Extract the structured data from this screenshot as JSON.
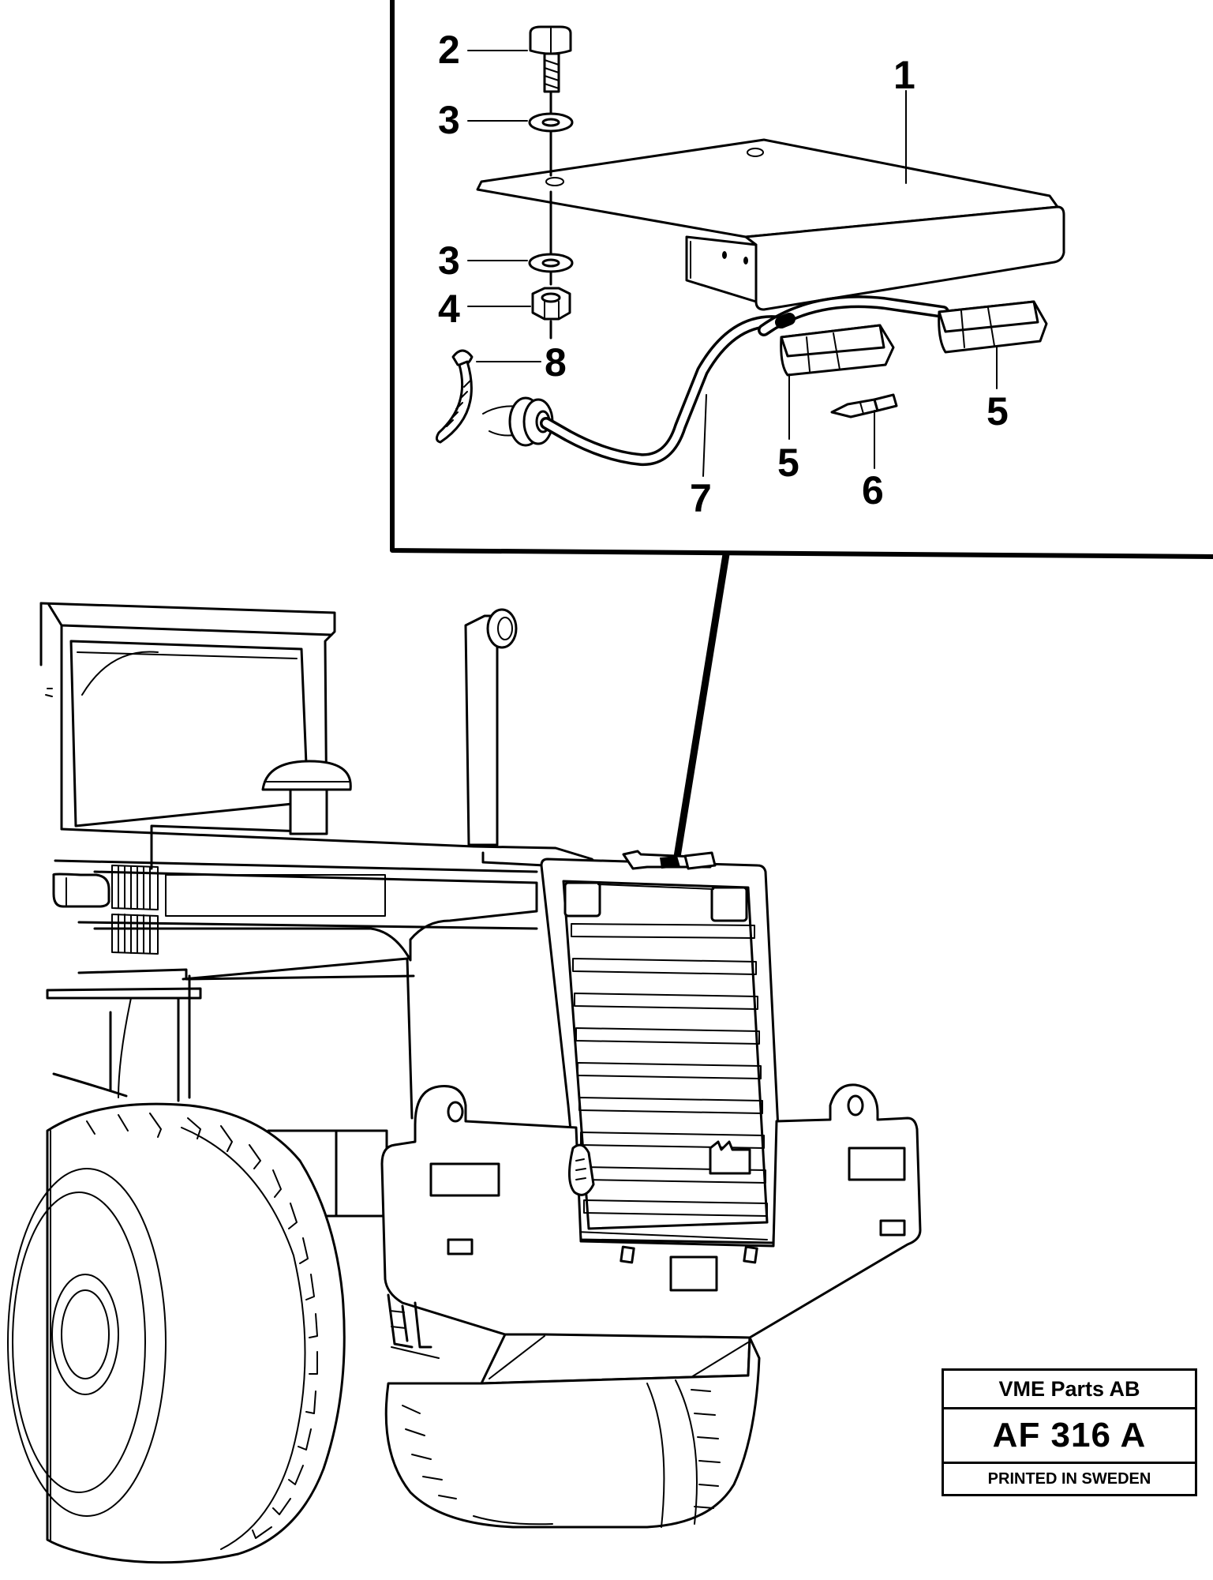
{
  "callouts": [
    {
      "id": "1",
      "label": "1"
    },
    {
      "id": "2",
      "label": "2"
    },
    {
      "id": "3a",
      "label": "3"
    },
    {
      "id": "3b",
      "label": "3"
    },
    {
      "id": "4",
      "label": "4"
    },
    {
      "id": "5a",
      "label": "5"
    },
    {
      "id": "5b",
      "label": "5"
    },
    {
      "id": "6",
      "label": "6"
    },
    {
      "id": "7",
      "label": "7"
    },
    {
      "id": "8",
      "label": "8"
    }
  ],
  "title_block": {
    "company": "VME Parts AB",
    "code": "AF 316 A",
    "printed": "PRINTED IN SWEDEN"
  }
}
